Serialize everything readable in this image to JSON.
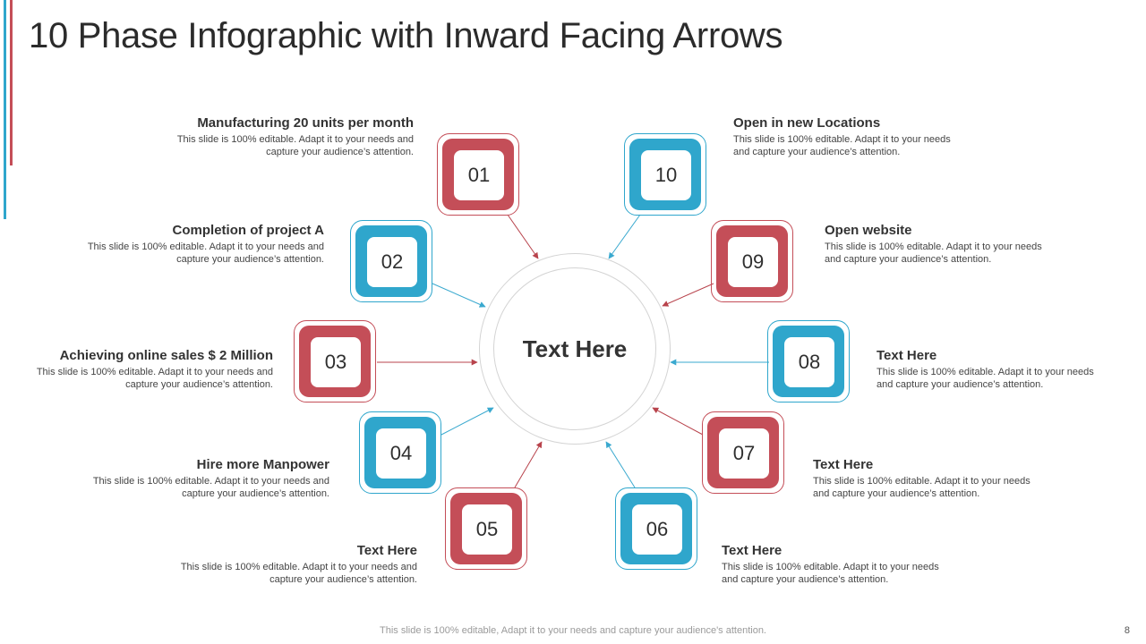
{
  "title": "10 Phase Infographic with Inward Facing Arrows",
  "center_text": "Text Here",
  "description": "This slide is 100% editable. Adapt it to your needs and capture your audience’s attention.",
  "colors": {
    "red": "#c44e58",
    "blue": "#2fa6cc",
    "arrow_red": "#b8434c",
    "arrow_blue": "#3aa9cf"
  },
  "phases": [
    {
      "number": "01",
      "heading": "Manufacturing 20 units per month",
      "color": "red"
    },
    {
      "number": "02",
      "heading": "Completion of project A",
      "color": "blue"
    },
    {
      "number": "03",
      "heading": "Achieving online sales $ 2 Million",
      "color": "red"
    },
    {
      "number": "04",
      "heading": "Hire more Manpower",
      "color": "blue"
    },
    {
      "number": "05",
      "heading": "Text Here",
      "color": "red"
    },
    {
      "number": "06",
      "heading": "Text Here",
      "color": "blue"
    },
    {
      "number": "07",
      "heading": "Text Here",
      "color": "red"
    },
    {
      "number": "08",
      "heading": "Text Here",
      "color": "blue"
    },
    {
      "number": "09",
      "heading": "Open website",
      "color": "red"
    },
    {
      "number": "10",
      "heading": "Open in new Locations",
      "color": "blue"
    }
  ],
  "footer": "This slide is 100% editable, Adapt it to your needs and capture your audience's attention.",
  "page_number": "8"
}
